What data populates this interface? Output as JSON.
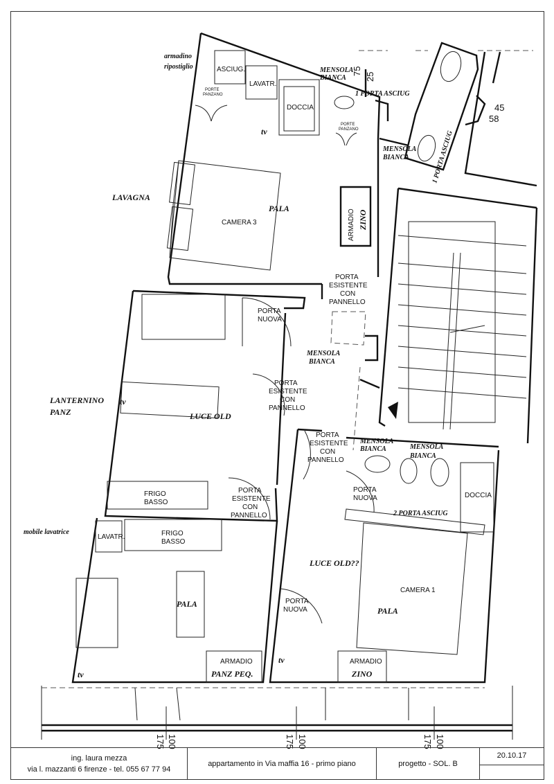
{
  "rooms": {
    "camera3": "CAMERA 3",
    "camera1": "CAMERA 1"
  },
  "fixtures": {
    "asciug": "ASCIUG.",
    "lavatr_top": "LAVATR.",
    "doccia_top": "DOCCIA",
    "doccia_bottom": "DOCCIA",
    "armadio_right_top": "ARMADIO",
    "frigo_basso_1": [
      "FRIGO",
      "BASSO"
    ],
    "frigo_basso_2": [
      "FRIGO",
      "BASSO"
    ],
    "lavatr_bottom": "LAVATR.",
    "armadio_left_bottom": "ARMADIO",
    "armadio_right_bottom": "ARMADIO"
  },
  "doors": {
    "porte_panzano_1": [
      "PORTE",
      "PANZANO"
    ],
    "porte_panzano_2": [
      "PORTE",
      "PANZANO"
    ],
    "porta_esistente_1": [
      "PORTA",
      "ESISTENTE",
      "CON",
      "PANNELLO"
    ],
    "porta_esistente_2": [
      "PORTA",
      "ESISTENTE",
      "CON",
      "PANNELLO"
    ],
    "porta_esistente_3": [
      "PORTA",
      "ESISTENTE",
      "CON",
      "PANNELLO"
    ],
    "porta_esistente_4": [
      "PORTA",
      "ESISTENTE",
      "CON",
      "PANNELLO"
    ],
    "porta_nuova_1": [
      "PORTA",
      "NUOVA"
    ],
    "porta_nuova_2": [
      "PORTA",
      "NUOVA"
    ],
    "porta_nuova_3": [
      "PORTA",
      "NUOVA"
    ]
  },
  "annotations": {
    "armadino": [
      "armadino",
      "ripostiglio"
    ],
    "mensola_1": [
      "MENSOLA",
      "BIANCA"
    ],
    "porta_asciug_1": "1 PORTA ASCIUG",
    "mensola_2": [
      "MENSOLA",
      "BIANCA"
    ],
    "porta_asciug_vertical": "1 PORTA ASCIUG",
    "tv_top": "tv",
    "lavagna": "LAVAGNA",
    "pala_top": "PALA",
    "zino_top": "ZINO",
    "mensola_3": [
      "MENSOLA",
      "BIANCA"
    ],
    "lanternino": [
      "LANTERNINO",
      "PANZ"
    ],
    "tv_mid": "tv",
    "luce_old": "LUCE OLD",
    "mensola_4": [
      "MENSOLA",
      "BIANCA"
    ],
    "mensola_5": [
      "MENSOLA",
      "BIANCA"
    ],
    "porta_asciug_2": "2 PORTA ASCIUG",
    "mobile_lavatrice": "mobile lavatrice",
    "luce_old_q": "LUCE OLD??",
    "pala_left": "PALA",
    "pala_right": "PALA",
    "tv_bl": "tv",
    "tv_br": "tv",
    "panz_peq": "PANZ PEQ.",
    "zino_bottom": "ZINO"
  },
  "dimensions": {
    "top_a": "75",
    "top_b": "25",
    "right_a": "45",
    "right_b": "58",
    "bottom": [
      [
        "175",
        "100"
      ],
      [
        "175",
        "100"
      ],
      [
        "175",
        "100"
      ]
    ]
  },
  "title_block": {
    "author": "ing. laura mezza",
    "address": "via l. mazzanti 6  firenze - tel. 055 67 77 94",
    "project": "appartamento in Via maffia 16 - primo piano",
    "phase": "progetto - SOL. B",
    "date": "20.10.17"
  }
}
